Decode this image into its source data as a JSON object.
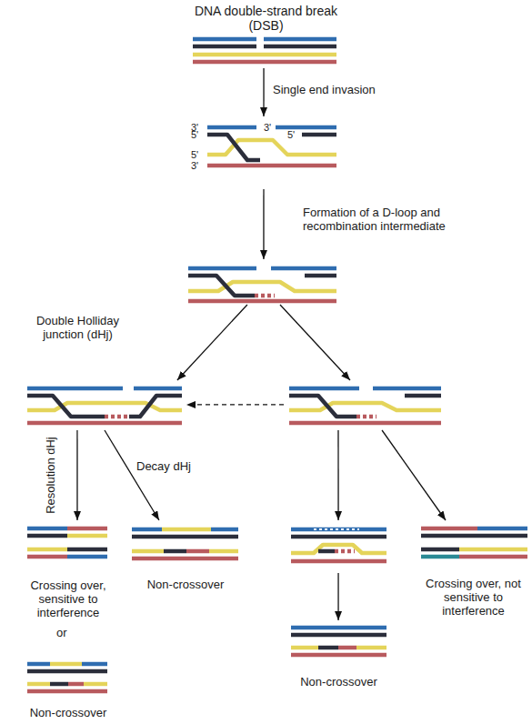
{
  "diagram": {
    "nodes": [
      {
        "text": [
          "DNA double-strand break (DSB)"
        ]
      },
      {
        "text": [
          "3'",
          "3'",
          "5'",
          "5'",
          "5'",
          "3'"
        ]
      },
      {
        "text": []
      },
      {
        "text": []
      },
      {
        "text": []
      },
      {
        "text": [
          "Crossing over, sensitive to interference"
        ]
      },
      {
        "text": [
          "Non-crossover"
        ]
      },
      {
        "text": []
      },
      {
        "text": [
          "Crossing over, not sensitive to interference"
        ]
      },
      {
        "text": [
          "Non-crossover"
        ]
      },
      {
        "text": [
          "Non-crossover"
        ]
      }
    ],
    "edges": [
      {
        "from": 0,
        "to": 1,
        "arrow": "to",
        "label": "Single end invasion"
      },
      {
        "from": 1,
        "to": 2,
        "arrow": "to",
        "label": "Formation of a D-loop and recombination intermediate"
      },
      {
        "from": 2,
        "to": 3,
        "arrow": "to",
        "label": "Double Holliday junction (dHj)"
      },
      {
        "from": 2,
        "to": 4,
        "arrow": "to"
      },
      {
        "from": 4,
        "to": 3,
        "arrow": "to"
      },
      {
        "from": 3,
        "to": 5,
        "arrow": "to",
        "label": "Resolution dHj"
      },
      {
        "from": 3,
        "to": 6,
        "arrow": "to",
        "label": "Decay dHj"
      },
      {
        "from": 4,
        "to": 7,
        "arrow": "to"
      },
      {
        "from": 7,
        "to": 9,
        "arrow": "to"
      },
      {
        "from": 4,
        "to": 8,
        "arrow": "to"
      }
    ],
    "labels": [
      "or"
    ]
  }
}
